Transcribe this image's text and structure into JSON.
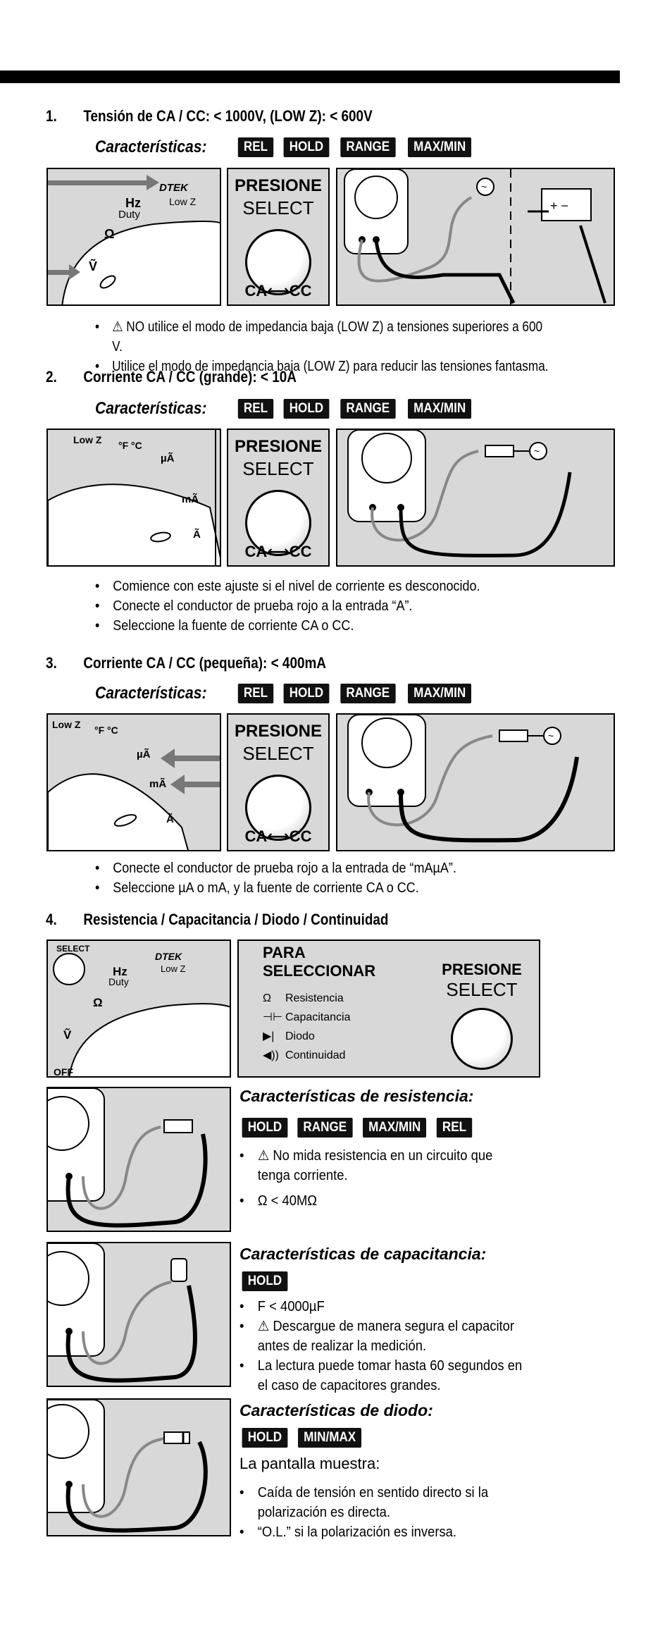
{
  "sections": [
    {
      "num": "1.",
      "title": "Tensión de CA / CC: < 1000V, (LOW Z): < 600V",
      "features_label": "Características:",
      "tags": [
        "REL",
        "HOLD",
        "RANGE",
        "MAX/MIN"
      ],
      "press": {
        "line1": "PRESIONE",
        "line2": "SELECT",
        "cacc": "CA⟷CC"
      },
      "dial_labels": {
        "brand": "DTEK",
        "hz": "Hz",
        "duty": "Duty",
        "lowz": "Low Z",
        "ohm": "Ω",
        "vac": "Ṽ"
      },
      "bullets": [
        "⚠ NO utilice el modo de impedancia baja (LOW Z) a tensiones superiores a 600 V.",
        "Utilice el modo de impedancia baja (LOW Z) para reducir las tensiones fantasma."
      ]
    },
    {
      "num": "2.",
      "title": "Corriente CA / CC (grande): < 10A",
      "features_label": "Características:",
      "tags": [
        "REL",
        "HOLD",
        "RANGE",
        "MAX/MIN"
      ],
      "press": {
        "line1": "PRESIONE",
        "line2": "SELECT",
        "cacc": "CA⟷CC"
      },
      "dial_labels": {
        "lowz": "Low Z",
        "temp": "°F °C",
        "ua": "µÃ",
        "ma": "mÃ",
        "a": "Ã"
      },
      "bullets": [
        "Comience con este ajuste si el nivel de corriente es desconocido.",
        "Conecte el conductor de prueba rojo a la entrada “A”.",
        "Seleccione la fuente de corriente CA o CC."
      ]
    },
    {
      "num": "3.",
      "title": "Corriente CA / CC (pequeña):  < 400mA",
      "features_label": "Características:",
      "tags": [
        "REL",
        "HOLD",
        "RANGE",
        "MAX/MIN"
      ],
      "press": {
        "line1": "PRESIONE",
        "line2": "SELECT",
        "cacc": "CA⟷CC"
      },
      "dial_labels": {
        "lowz": "Low Z",
        "temp": "°F °C",
        "ua": "µÃ",
        "ma": "mÃ",
        "a": "Ã"
      },
      "bullets": [
        "Conecte el conductor de prueba rojo a la entrada de “mAµA”.",
        "Seleccione µA o mA, y la fuente de corriente CA o CC."
      ]
    },
    {
      "num": "4.",
      "title": "Resistencia / Capacitancia / Diodo / Continuidad",
      "dial_labels": {
        "select": "SELECT",
        "brand": "DTEK",
        "hz": "Hz",
        "duty": "Duty",
        "lowz": "Low Z",
        "ohm": "Ω",
        "vac": "Ṽ",
        "off": "OFF"
      },
      "para": {
        "title1": "PARA",
        "title2": "SELECCIONAR",
        "items": [
          {
            "sym": "Ω",
            "label": "Resistencia"
          },
          {
            "sym": "⊣⊢",
            "label": "Capacitancia"
          },
          {
            "sym": "▶|",
            "label": "Diodo"
          },
          {
            "sym": "◀))",
            "label": "Continuidad"
          }
        ],
        "press1": "PRESIONE",
        "press2": "SELECT"
      },
      "resistance": {
        "heading": "Características de resistencia:",
        "tags": [
          "HOLD",
          "RANGE",
          "MAX/MIN",
          "REL"
        ],
        "bullets": [
          "⚠ No mida resistencia  en un circuito que tenga corriente.",
          "Ω < 40MΩ"
        ]
      },
      "capacitance": {
        "heading": "Características de capacitancia:",
        "tags": [
          "HOLD"
        ],
        "bullets": [
          "F < 4000µF",
          "⚠ Descargue de manera segura el capacitor antes de realizar la medición.",
          "La lectura puede tomar hasta 60 segundos en el caso de capacitores grandes."
        ]
      },
      "diode": {
        "heading": "Características de diodo:",
        "tags": [
          "HOLD",
          "MIN/MAX"
        ],
        "display_text": "La pantalla muestra:",
        "bullets": [
          "Caída de tensión en sentido directo si la polarización es directa.",
          "“O.L.” si la polarización es inversa."
        ]
      }
    }
  ]
}
